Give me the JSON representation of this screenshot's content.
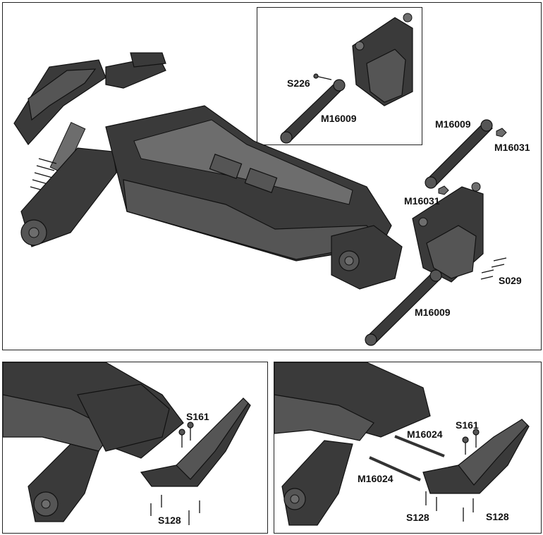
{
  "labels": {
    "s226": "S226",
    "m16009_inset": "M16009",
    "m16009_top": "M16009",
    "m16031_top": "M16031",
    "m16031_bottom": "M16031",
    "s029": "S029",
    "m16009_bottom": "M16009",
    "s161_left": "S161",
    "s128_left": "S128",
    "m16024_top": "M16024",
    "s161_right": "S161",
    "m16024_bottom": "M16024",
    "s128_right_a": "S128",
    "s128_right_b": "S128"
  }
}
